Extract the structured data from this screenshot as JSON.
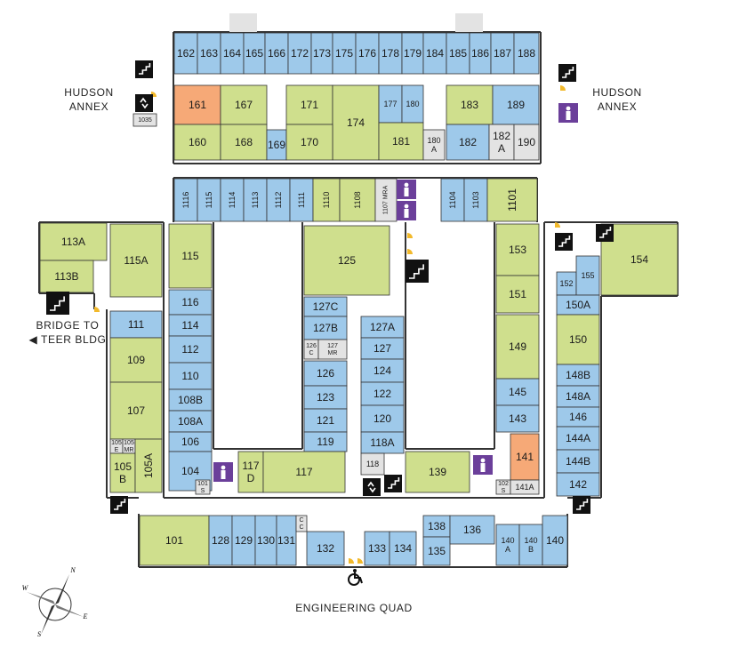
{
  "colors": {
    "blue": "#9ec9ea",
    "green": "#cfdf8d",
    "orange": "#f6a977",
    "gray": "#e3e3e3",
    "stroke": "#333333",
    "purple": "#6b3f9a",
    "black": "#111111",
    "door": "#f2b92b"
  },
  "labels": {
    "hudson_left": [
      "HUDSON",
      "ANNEX"
    ],
    "hudson_right": [
      "HUDSON",
      "ANNEX"
    ],
    "bridge": [
      "BRIDGE TO",
      "◀ TEER BLDG"
    ],
    "quad": "ENGINEERING QUAD",
    "compass": [
      "N",
      "E",
      "S",
      "W"
    ]
  },
  "rooms": [
    {
      "id": "r162",
      "label": "162",
      "c": "blue"
    },
    {
      "id": "r163",
      "label": "163",
      "c": "blue"
    },
    {
      "id": "r164",
      "label": "164",
      "c": "blue"
    },
    {
      "id": "r165",
      "label": "165",
      "c": "blue"
    },
    {
      "id": "r166",
      "label": "166",
      "c": "blue"
    },
    {
      "id": "r172",
      "label": "172",
      "c": "blue"
    },
    {
      "id": "r173",
      "label": "173",
      "c": "blue"
    },
    {
      "id": "r175",
      "label": "175",
      "c": "blue"
    },
    {
      "id": "r176",
      "label": "176",
      "c": "blue"
    },
    {
      "id": "r178",
      "label": "178",
      "c": "blue"
    },
    {
      "id": "r179",
      "label": "179",
      "c": "blue"
    },
    {
      "id": "r184",
      "label": "184",
      "c": "blue"
    },
    {
      "id": "r185",
      "label": "185",
      "c": "blue"
    },
    {
      "id": "r186",
      "label": "186",
      "c": "blue"
    },
    {
      "id": "r187",
      "label": "187",
      "c": "blue"
    },
    {
      "id": "r188",
      "label": "188",
      "c": "blue"
    },
    {
      "id": "r161",
      "label": "161",
      "c": "orange"
    },
    {
      "id": "r167",
      "label": "167",
      "c": "green"
    },
    {
      "id": "r171",
      "label": "171",
      "c": "green"
    },
    {
      "id": "r174",
      "label": "174",
      "c": "green"
    },
    {
      "id": "r177",
      "label": "177",
      "c": "blue"
    },
    {
      "id": "r180",
      "label": "180",
      "c": "blue"
    },
    {
      "id": "r183",
      "label": "183",
      "c": "green"
    },
    {
      "id": "r189",
      "label": "189",
      "c": "blue"
    },
    {
      "id": "r160",
      "label": "160",
      "c": "green"
    },
    {
      "id": "r168",
      "label": "168",
      "c": "green"
    },
    {
      "id": "r169",
      "label": "169",
      "c": "blue"
    },
    {
      "id": "r170",
      "label": "170",
      "c": "green"
    },
    {
      "id": "r181",
      "label": "181",
      "c": "green"
    },
    {
      "id": "r180a",
      "label": "180 A",
      "c": "gray"
    },
    {
      "id": "r182",
      "label": "182",
      "c": "blue"
    },
    {
      "id": "r182a",
      "label": "182 A",
      "c": "gray"
    },
    {
      "id": "r190",
      "label": "190",
      "c": "gray"
    },
    {
      "id": "r1035",
      "label": "1035",
      "c": "gray"
    },
    {
      "id": "r1116",
      "label": "1116",
      "c": "blue"
    },
    {
      "id": "r1115",
      "label": "1115",
      "c": "blue"
    },
    {
      "id": "r1114",
      "label": "1114",
      "c": "blue"
    },
    {
      "id": "r1113",
      "label": "1113",
      "c": "blue"
    },
    {
      "id": "r1112",
      "label": "1112",
      "c": "blue"
    },
    {
      "id": "r1111",
      "label": "1111",
      "c": "blue"
    },
    {
      "id": "r1110",
      "label": "1110",
      "c": "green"
    },
    {
      "id": "r1108",
      "label": "1108",
      "c": "green"
    },
    {
      "id": "r1107",
      "label": "1107 MRA",
      "c": "gray"
    },
    {
      "id": "r1104",
      "label": "1104",
      "c": "blue"
    },
    {
      "id": "r1103",
      "label": "1103",
      "c": "blue"
    },
    {
      "id": "r1101",
      "label": "1101",
      "c": "green"
    },
    {
      "id": "r113a",
      "label": "113A",
      "c": "green"
    },
    {
      "id": "r113b",
      "label": "113B",
      "c": "green"
    },
    {
      "id": "r115a",
      "label": "115A",
      "c": "green"
    },
    {
      "id": "r115",
      "label": "115",
      "c": "green"
    },
    {
      "id": "r125",
      "label": "125",
      "c": "green"
    },
    {
      "id": "r153",
      "label": "153",
      "c": "green"
    },
    {
      "id": "r151",
      "label": "151",
      "c": "green"
    },
    {
      "id": "r154",
      "label": "154",
      "c": "green"
    },
    {
      "id": "r152",
      "label": "152",
      "c": "blue"
    },
    {
      "id": "r155",
      "label": "155",
      "c": "blue"
    },
    {
      "id": "r150a",
      "label": "150A",
      "c": "blue"
    },
    {
      "id": "r111",
      "label": "111",
      "c": "blue"
    },
    {
      "id": "r116",
      "label": "116",
      "c": "blue"
    },
    {
      "id": "r114",
      "label": "114",
      "c": "blue"
    },
    {
      "id": "r112",
      "label": "112",
      "c": "blue"
    },
    {
      "id": "r110",
      "label": "110",
      "c": "blue"
    },
    {
      "id": "r108b",
      "label": "108B",
      "c": "blue"
    },
    {
      "id": "r108a",
      "label": "108A",
      "c": "blue"
    },
    {
      "id": "r106",
      "label": "106",
      "c": "blue"
    },
    {
      "id": "r104",
      "label": "104",
      "c": "blue"
    },
    {
      "id": "r109",
      "label": "109",
      "c": "green"
    },
    {
      "id": "r107",
      "label": "107",
      "c": "green"
    },
    {
      "id": "r105e",
      "label": "105 E",
      "c": "gray"
    },
    {
      "id": "r105mr",
      "label": "105 MR",
      "c": "gray"
    },
    {
      "id": "r105b",
      "label": "105 B",
      "c": "green"
    },
    {
      "id": "r105a",
      "label": "105A",
      "c": "green"
    },
    {
      "id": "r127c",
      "label": "127C",
      "c": "blue"
    },
    {
      "id": "r127b",
      "label": "127B",
      "c": "blue"
    },
    {
      "id": "r126c",
      "label": "126 C",
      "c": "gray"
    },
    {
      "id": "r127mr",
      "label": "127 MR",
      "c": "gray"
    },
    {
      "id": "r126",
      "label": "126",
      "c": "blue"
    },
    {
      "id": "r123",
      "label": "123",
      "c": "blue"
    },
    {
      "id": "r121",
      "label": "121",
      "c": "blue"
    },
    {
      "id": "r119",
      "label": "119",
      "c": "blue"
    },
    {
      "id": "r127a",
      "label": "127A",
      "c": "blue"
    },
    {
      "id": "r127",
      "label": "127",
      "c": "blue"
    },
    {
      "id": "r124",
      "label": "124",
      "c": "blue"
    },
    {
      "id": "r122",
      "label": "122",
      "c": "blue"
    },
    {
      "id": "r120",
      "label": "120",
      "c": "blue"
    },
    {
      "id": "r118a",
      "label": "118A",
      "c": "blue"
    },
    {
      "id": "r118",
      "label": "118",
      "c": "gray"
    },
    {
      "id": "r117d",
      "label": "117 D",
      "c": "green"
    },
    {
      "id": "r117",
      "label": "117",
      "c": "green"
    },
    {
      "id": "r101s",
      "label": "101 S",
      "c": "gray"
    },
    {
      "id": "r139",
      "label": "139",
      "c": "green"
    },
    {
      "id": "r102s",
      "label": "102 S",
      "c": "gray"
    },
    {
      "id": "r141",
      "label": "141",
      "c": "orange"
    },
    {
      "id": "r141a",
      "label": "141A",
      "c": "gray"
    },
    {
      "id": "r149",
      "label": "149",
      "c": "green"
    },
    {
      "id": "r145",
      "label": "145",
      "c": "blue"
    },
    {
      "id": "r143",
      "label": "143",
      "c": "blue"
    },
    {
      "id": "r150",
      "label": "150",
      "c": "green"
    },
    {
      "id": "r148b",
      "label": "148B",
      "c": "blue"
    },
    {
      "id": "r148a",
      "label": "148A",
      "c": "blue"
    },
    {
      "id": "r146",
      "label": "146",
      "c": "blue"
    },
    {
      "id": "r144a",
      "label": "144A",
      "c": "blue"
    },
    {
      "id": "r144b",
      "label": "144B",
      "c": "blue"
    },
    {
      "id": "r142",
      "label": "142",
      "c": "blue"
    },
    {
      "id": "r101",
      "label": "101",
      "c": "green"
    },
    {
      "id": "r128",
      "label": "128",
      "c": "blue"
    },
    {
      "id": "r129",
      "label": "129",
      "c": "blue"
    },
    {
      "id": "r130",
      "label": "130",
      "c": "blue"
    },
    {
      "id": "r131",
      "label": "131",
      "c": "blue"
    },
    {
      "id": "rcc",
      "label": "C C",
      "c": "gray"
    },
    {
      "id": "r132",
      "label": "132",
      "c": "blue"
    },
    {
      "id": "r133",
      "label": "133",
      "c": "blue"
    },
    {
      "id": "r134",
      "label": "134",
      "c": "blue"
    },
    {
      "id": "r138",
      "label": "138",
      "c": "blue"
    },
    {
      "id": "r135",
      "label": "135",
      "c": "blue"
    },
    {
      "id": "r136",
      "label": "136",
      "c": "blue"
    },
    {
      "id": "r140a",
      "label": "140 A",
      "c": "blue"
    },
    {
      "id": "r140b",
      "label": "140 B",
      "c": "blue"
    },
    {
      "id": "r140",
      "label": "140",
      "c": "blue"
    }
  ],
  "amenities": [
    {
      "id": "stairs-hudson-left",
      "type": "stairs-icon"
    },
    {
      "id": "elevator-hudson-left",
      "type": "elevator-icon"
    },
    {
      "id": "stairs-hudson-right",
      "type": "stairs-icon"
    },
    {
      "id": "restroom-hudson-right",
      "type": "restroom-icon"
    },
    {
      "id": "restroom-1107-top",
      "type": "restroom-icon"
    },
    {
      "id": "restroom-1107-bottom",
      "type": "restroom-icon"
    },
    {
      "id": "stairs-125",
      "type": "stairs-icon"
    },
    {
      "id": "stairs-east-a",
      "type": "stairs-icon"
    },
    {
      "id": "stairs-east-b",
      "type": "stairs-icon"
    },
    {
      "id": "stairs-bridge",
      "type": "stairs-icon"
    },
    {
      "id": "restroom-117",
      "type": "restroom-icon"
    },
    {
      "id": "elevator-118",
      "type": "elevator-icon"
    },
    {
      "id": "stairs-118",
      "type": "stairs-icon"
    },
    {
      "id": "restroom-139",
      "type": "restroom-icon"
    },
    {
      "id": "stairs-sw",
      "type": "stairs-icon"
    },
    {
      "id": "stairs-se",
      "type": "stairs-icon"
    },
    {
      "id": "accessible-entrance",
      "type": "wheelchair-icon"
    }
  ]
}
